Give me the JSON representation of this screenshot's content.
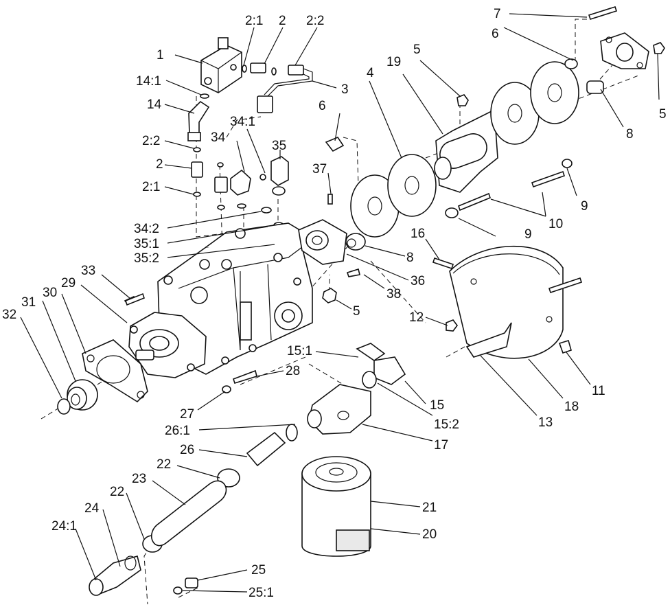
{
  "labels": {
    "l1": "1",
    "l2a": "2:1",
    "l2b": "2",
    "l2c": "2:2",
    "l3": "3",
    "l4": "4",
    "l5a": "5",
    "l6a": "6",
    "l7": "7",
    "l5b": "5",
    "l8a": "8",
    "l19": "19",
    "l14_1": "14:1",
    "l14": "14",
    "l34_1": "34:1",
    "l6b": "6",
    "l34": "34",
    "l35": "35",
    "l2_2": "2:2",
    "l2": "2",
    "l2_1": "2:1",
    "l37": "37",
    "l9a": "9",
    "l10": "10",
    "l9b": "9",
    "l34_2": "34:2",
    "l35_1": "35:1",
    "l35_2": "35:2",
    "l16": "16",
    "l8b": "8",
    "l36": "36",
    "l33": "33",
    "l38": "38",
    "l30": "30",
    "l29": "29",
    "l31": "31",
    "l32": "32",
    "l5c": "5",
    "l12": "12",
    "l11": "11",
    "l15_1": "15:1",
    "l28": "28",
    "l15": "15",
    "l18": "18",
    "l13": "13",
    "l15_2": "15:2",
    "l27": "27",
    "l26_1": "26:1",
    "l17": "17",
    "l26": "26",
    "l22a": "22",
    "l23": "23",
    "l21": "21",
    "l22b": "22",
    "l24": "24",
    "l24_1": "24:1",
    "l20": "20",
    "l25": "25",
    "l25_1": "25:1"
  }
}
